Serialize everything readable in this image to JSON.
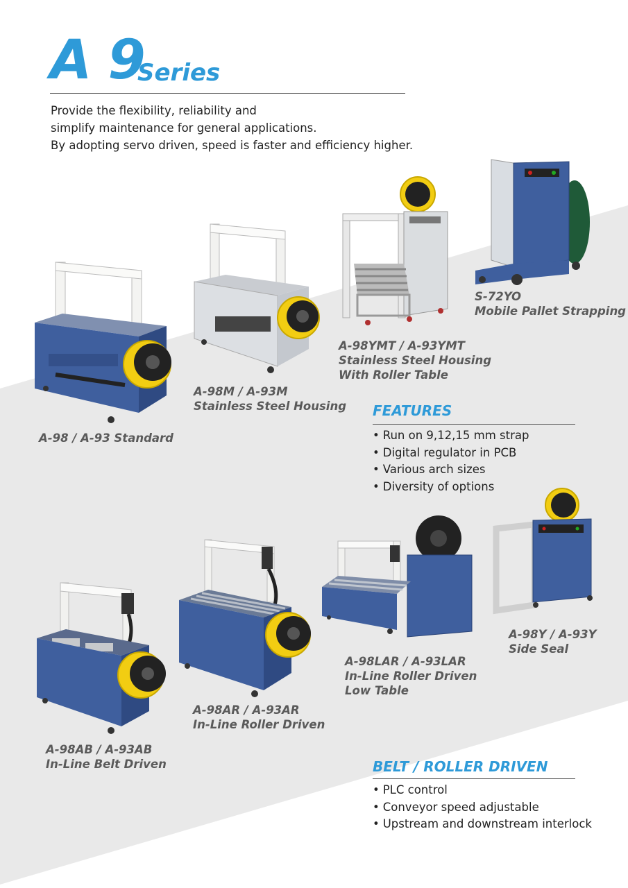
{
  "header": {
    "title_main": "A 9",
    "title_sub": "Series",
    "intro_lines": [
      "Provide the flexibility, reliability and",
      "simplify maintenance for general applications.",
      "By adopting servo driven, speed is faster and efficiency higher."
    ]
  },
  "products": {
    "a98": {
      "lines": [
        "A-98 / A-93 Standard"
      ]
    },
    "a98m": {
      "lines": [
        "A-98M / A-93M",
        "Stainless Steel Housing"
      ]
    },
    "a98ymt": {
      "lines": [
        "A-98YMT / A-93YMT",
        "Stainless Steel Housing",
        "With Roller Table"
      ]
    },
    "s72yo": {
      "lines": [
        "S-72YO",
        "Mobile Pallet Strapping"
      ]
    },
    "a98ab": {
      "lines": [
        "A-98AB / A-93AB",
        "In-Line Belt Driven"
      ]
    },
    "a98ar": {
      "lines": [
        "A-98AR / A-93AR",
        "In-Line Roller Driven"
      ]
    },
    "a98lar": {
      "lines": [
        "A-98LAR / A-93LAR",
        "In-Line Roller Driven",
        "Low Table"
      ]
    },
    "a98y": {
      "lines": [
        "A-98Y / A-93Y",
        "Side Seal"
      ]
    }
  },
  "features": {
    "title": "FEATURES",
    "items": [
      "Run on 9,12,15 mm strap",
      "Digital regulator in PCB",
      "Various arch sizes",
      "Diversity of options"
    ]
  },
  "belt_roller": {
    "title": "BELT / ROLLER DRIVEN",
    "items": [
      "PLC control",
      "Conveyor speed adjustable",
      "Upstream and downstream interlock"
    ]
  },
  "colors": {
    "accent": "#2e9ad8",
    "machine_blue": "#3f5f9e",
    "coil_yellow": "#f2cd12",
    "band_grey": "#e9e9e9"
  },
  "icons": [
    "strapping-machine-standard-image",
    "strapping-machine-stainless-image",
    "strapping-machine-roller-table-image",
    "mobile-pallet-strapper-image",
    "strapping-machine-belt-driven-image",
    "strapping-machine-roller-driven-image",
    "strapping-machine-low-table-image",
    "strapping-machine-side-seal-image"
  ]
}
